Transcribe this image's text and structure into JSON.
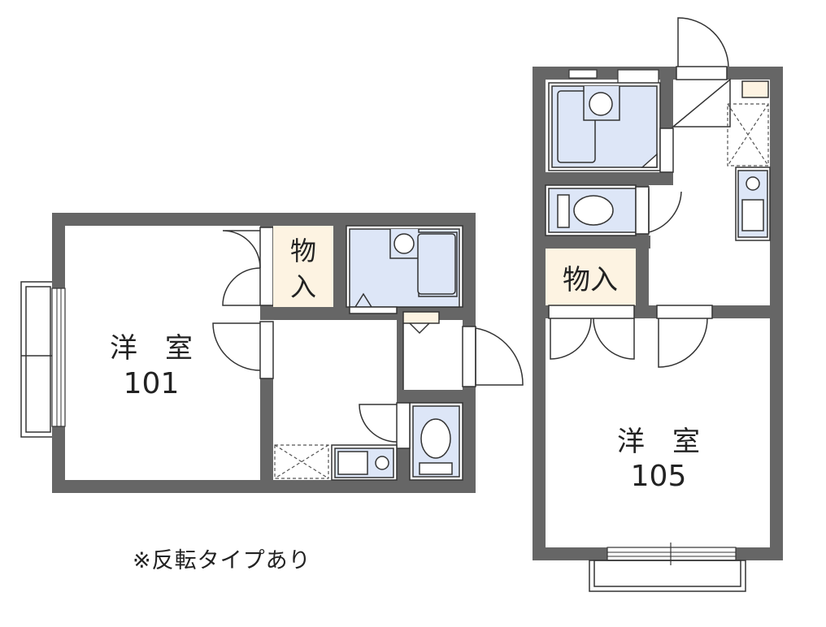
{
  "units": [
    {
      "room_label": "洋　室",
      "number": "101",
      "storage_label_line1": "物",
      "storage_label_line2": "入"
    },
    {
      "room_label": "洋　室",
      "number": "105",
      "storage_label": "物入"
    }
  ],
  "note": "※反転タイプあり",
  "colors": {
    "wall": "#666666",
    "fixture_fill": "#dde6f7",
    "storage_fill": "#fdf3e2",
    "line": "#333333"
  }
}
